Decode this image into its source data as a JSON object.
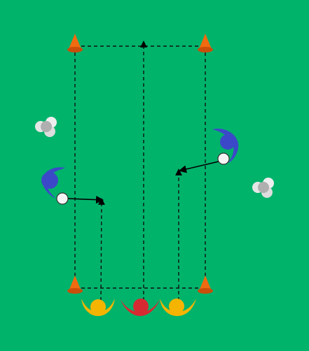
{
  "colors": {
    "pitch": "#00B36B",
    "cone": "#F06A10",
    "cone_shadow": "#C94E0A",
    "line": "#111111",
    "arrow": "#000000",
    "player_yellow": "#F5B400",
    "player_red": "#D62A32",
    "player_blue": "#3B49C8",
    "ball": "#F4F4F4",
    "ball_pile": "#C8C8C8"
  },
  "icons": {
    "cone": "training-cone-icon",
    "player_attacker": "player-top-view-icon",
    "player_defender": "defender-top-view-icon",
    "ball": "soccer-ball-icon",
    "ball_pile": "ball-pile-icon"
  },
  "players": {
    "attackers_count": 3,
    "attacker_colors": [
      "yellow",
      "red",
      "yellow"
    ],
    "defenders_count": 2,
    "defender_color": "blue"
  },
  "cones_count": 4,
  "ball_piles_count": 2
}
